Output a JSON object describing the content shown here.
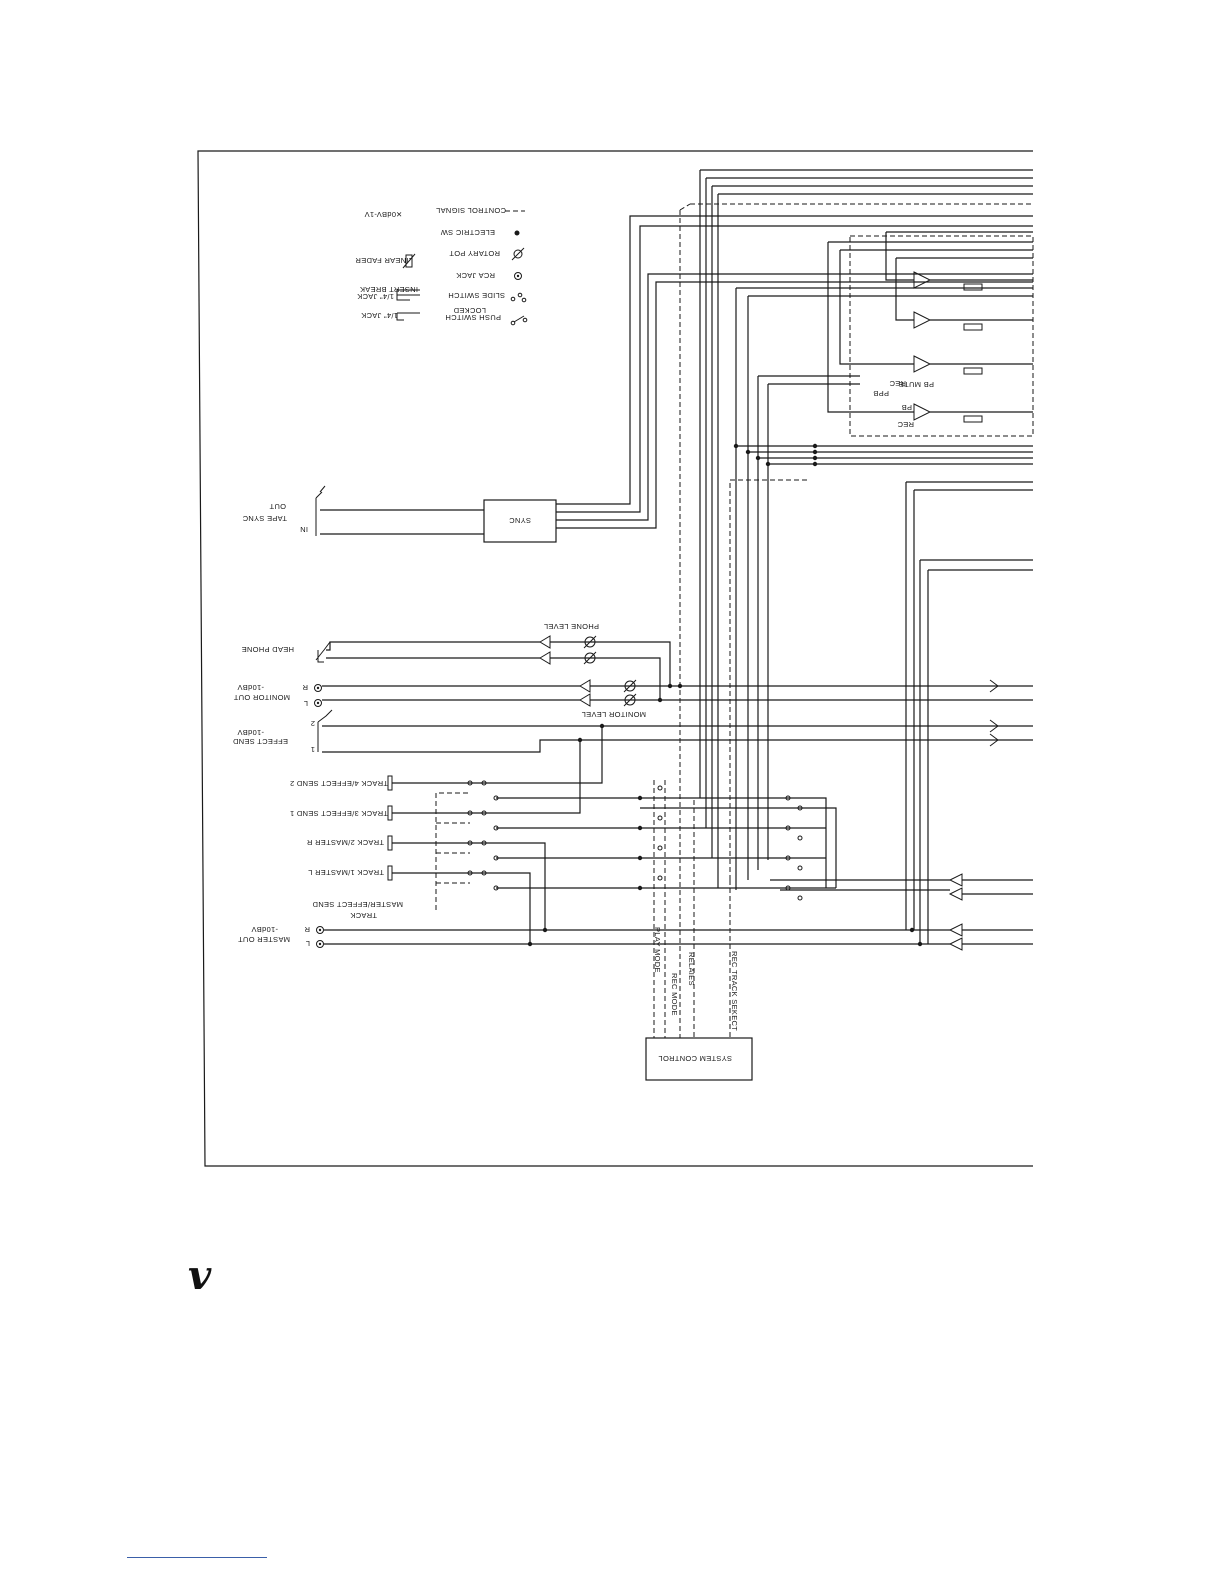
{
  "legend": {
    "control_signal": "CONTROL SIGNAL",
    "electric_sw": "ELECTRIC SW",
    "rotary_pot": "ROTARY POT",
    "rca_jack": "RCA JACK",
    "slide_switch": "SLIDE SWITCH",
    "push_switch_line1": "PUSH SWITCH",
    "push_switch_line2": "LOCKED",
    "level_ref": "0dBV-1V",
    "linear_fader": "LINEAR FADER",
    "insert_break_line1": "INSERT BREAK",
    "insert_break_line2": "1/4\" JACK",
    "quarter_jack": "1/4\" JACK"
  },
  "blocks": {
    "sync": "SYNC",
    "system_control": "SYSTEM CONTROL"
  },
  "jacks": {
    "tape_sync": "TAPE SYNC",
    "in": "IN",
    "out": "OUT",
    "head_phone": "HEAD PHONE",
    "monitor_out": "MONITOR OUT",
    "monitor_level_ref": "-10dBV",
    "effect_send": "EFFECT SEND",
    "effect_level_ref": "-10dBV",
    "master_out": "MASTER OUT",
    "master_level_ref": "-10dBV",
    "r": "R",
    "l": "L",
    "one": "1",
    "two": "2"
  },
  "controls": {
    "phone_level": "PHONE LEVEL",
    "monitor_level": "MONITOR LEVEL",
    "pb_mute": "PB MUTE",
    "rec": "REC",
    "pb": "PB",
    "ppb": "PPB"
  },
  "tracks": [
    "TRACK 4/EFFECT SEND 2",
    "TRACK 3/EFFECT SEND 1",
    "TRACK 2/MASTER R",
    "TRACK 1/MASTER L"
  ],
  "selector": {
    "track": "TRACK",
    "master_effect": "MASTER/EFFECT SEND"
  },
  "control_lines": [
    "PLAY MODE",
    "REC MODE",
    "RELAIES",
    "REC TRACK SEKECT"
  ],
  "page_mark": "v"
}
